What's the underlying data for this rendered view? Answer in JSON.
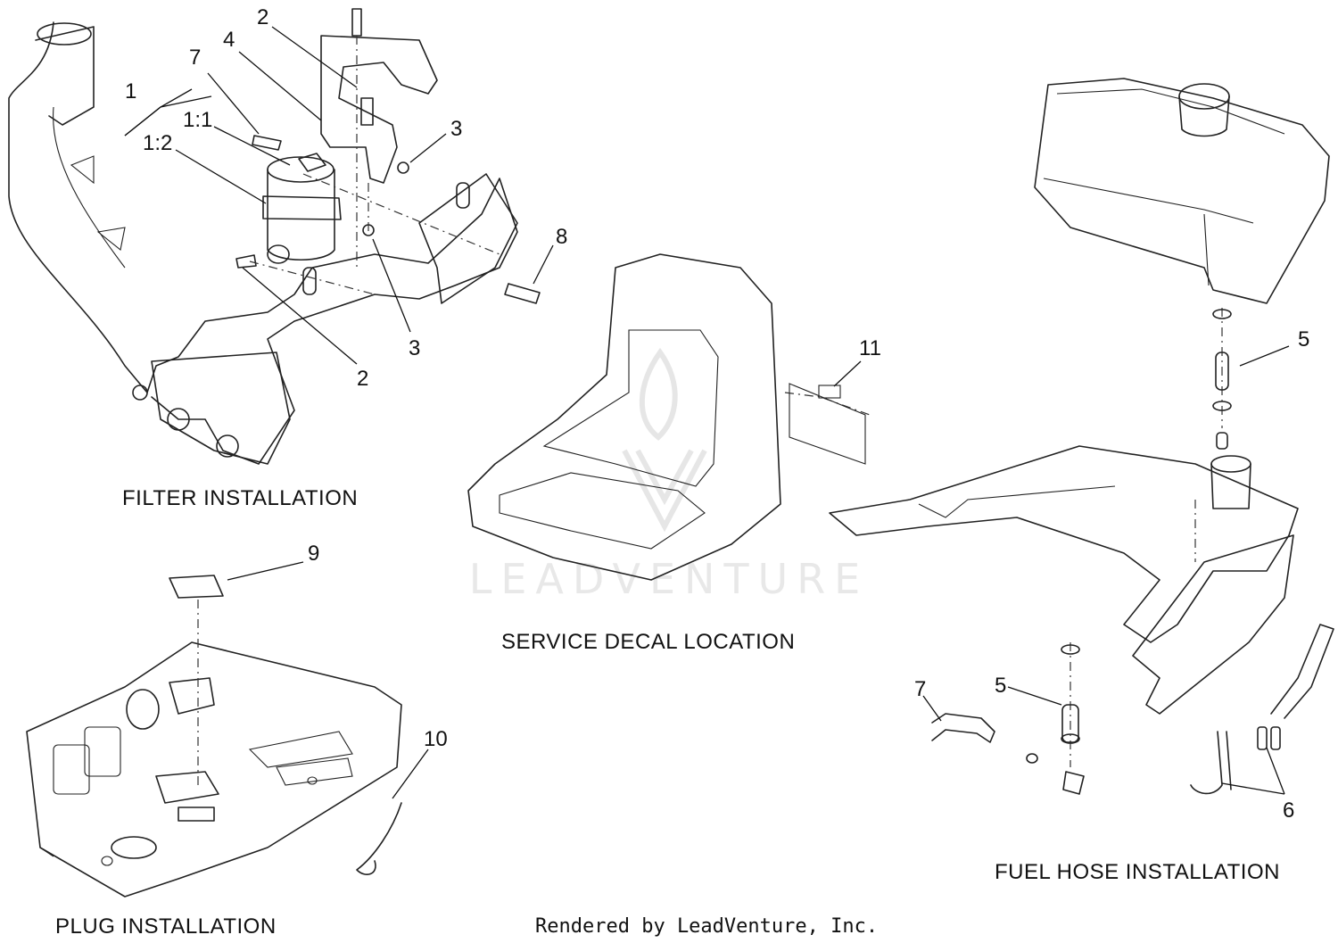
{
  "sections": {
    "filter": "FILTER INSTALLATION",
    "plug": "PLUG INSTALLATION",
    "service": "SERVICE DECAL LOCATION",
    "fuel": "FUEL HOSE INSTALLATION"
  },
  "callouts": {
    "c1": "1",
    "c1_2": "1:2",
    "c1_1": "1:1",
    "c7a": "7",
    "c4": "4",
    "c2a": "2",
    "c3a": "3",
    "c8": "8",
    "c3b": "3",
    "c2b": "2",
    "c9": "9",
    "c10": "10",
    "c11": "11",
    "c5a": "5",
    "c5b": "5",
    "c7b": "7",
    "c6": "6"
  },
  "watermark": "LEADVENTURE",
  "credit": "Rendered by LeadVenture, Inc."
}
